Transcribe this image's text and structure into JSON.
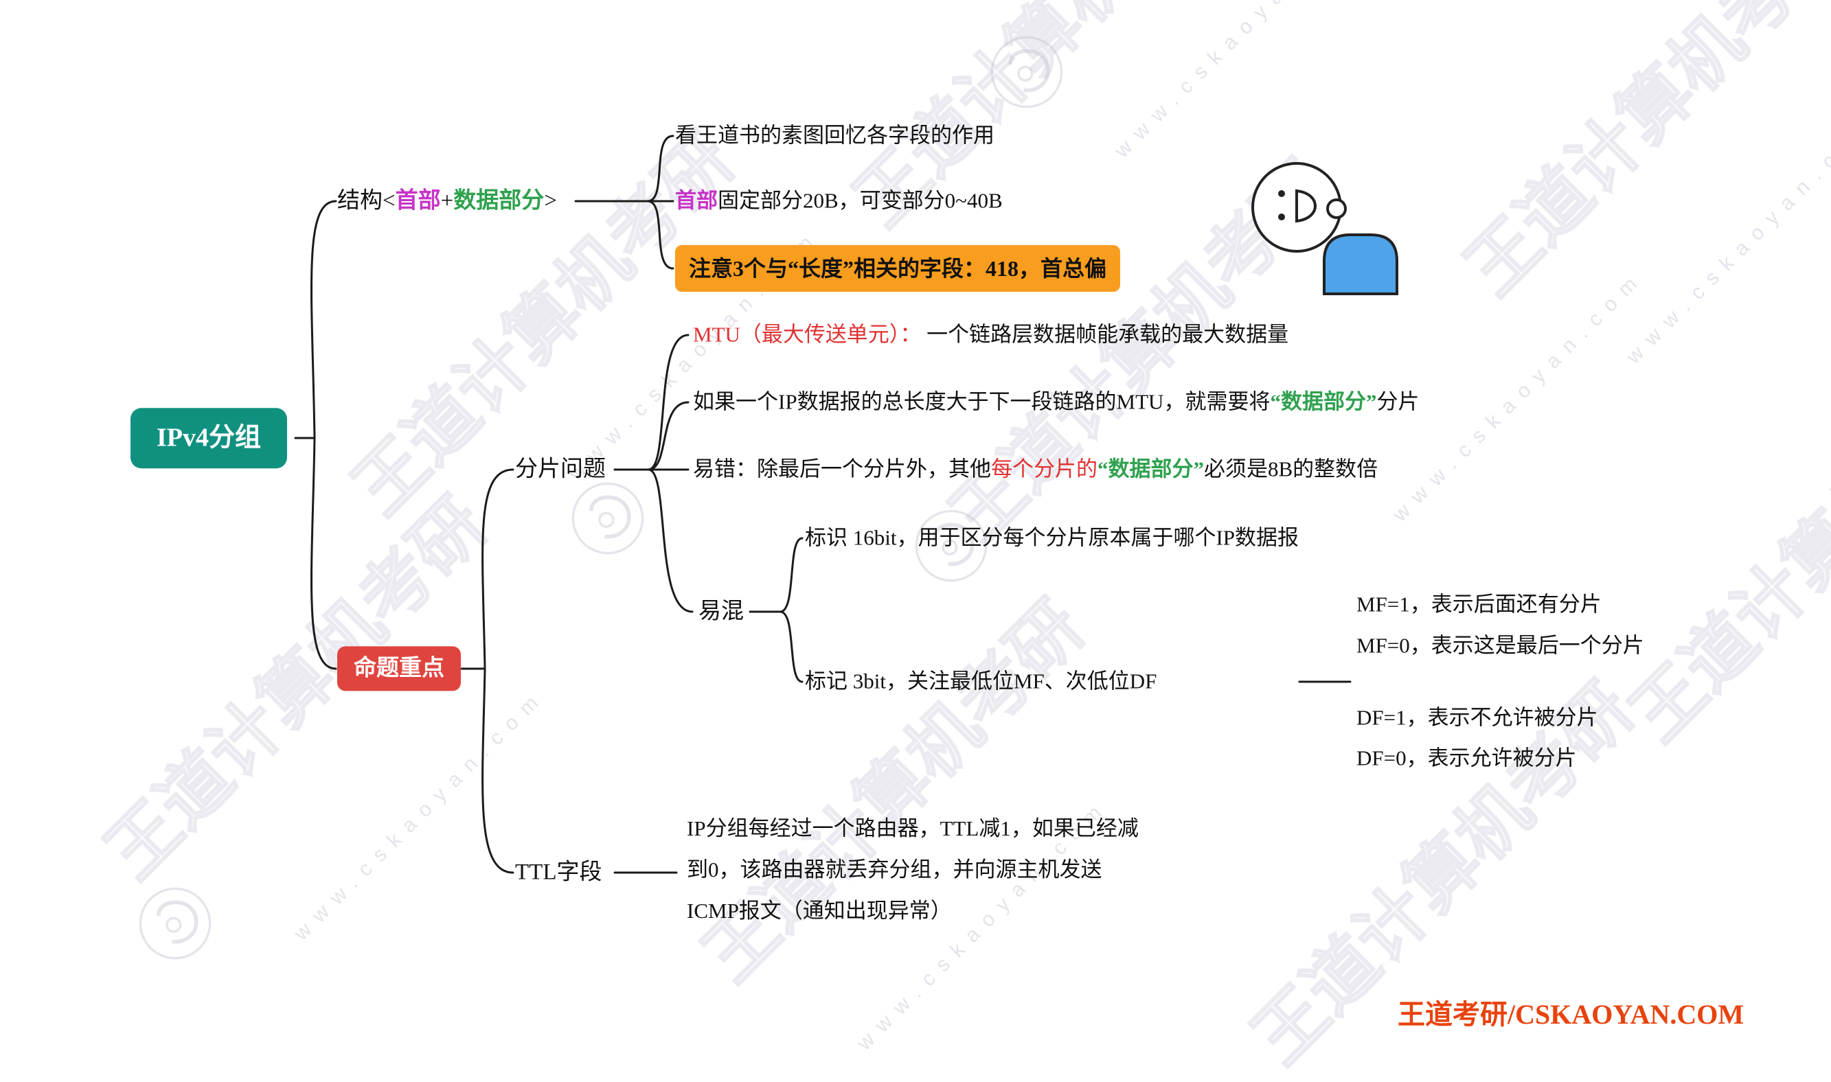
{
  "root": {
    "label": "IPv4分组"
  },
  "structure": {
    "prefix": "结构<",
    "header": "首部",
    "plus": "+",
    "data_part": "数据部分",
    "suffix": ">",
    "tip1": "看王道书的素图回忆各字段的作用",
    "tip2_header": "首部",
    "tip2_rest": "固定部分20B，可变部分0~40B",
    "highlight": "注意3个与“长度”相关的字段：418，首总偏"
  },
  "keypoint": {
    "label": "命题重点"
  },
  "fragment": {
    "label": "分片问题",
    "mtu_term": "MTU（最大传送单元）：",
    "mtu_desc": " 一个链路层数据帧能承载的最大数据量",
    "split_pre": "如果一个IP数据报的总长度大于下一段链路的MTU，就需要将",
    "split_green": "“数据部分”",
    "split_post": "分片",
    "error_pre": "易错：除最后一个分片外，其他",
    "error_red": "每个分片的",
    "error_green": "“数据部分”",
    "error_post": "必须是8B的整数倍",
    "confuse": {
      "label": "易混",
      "id_field": "标识 16bit，用于区分每个分片原本属于哪个IP数据报",
      "flag_field": "标记 3bit，关注最低位MF、次低位DF",
      "mf1": "MF=1，表示后面还有分片",
      "mf0": "MF=0，表示这是最后一个分片",
      "df1": "DF=1，表示不允许被分片",
      "df0": "DF=0，表示允许被分片"
    }
  },
  "ttl": {
    "label": "TTL字段",
    "line1": "IP分组每经过一个路由器，TTL减1，如果已经减",
    "line2": "到0，该路由器就丢弃分组，并向源主机发送",
    "line3": "ICMP报文（通知出现异常）"
  },
  "footer": {
    "brand": "王道考研/CSKAOYAN.COM"
  },
  "watermark": {
    "brand": "王道计算机考研",
    "url": "www.cskaoyan.com"
  },
  "colors": {
    "root_bg": "#109180",
    "keypoint_bg": "#E0443E",
    "highlight_bg": "#F99D1E",
    "header_magenta": "#C832C8",
    "data_green": "#2FA14E",
    "alert_red": "#E03131",
    "footer_red": "#E8430D",
    "cartoon_blue": "#4FA3E8",
    "line_black": "#1b1b1b"
  }
}
